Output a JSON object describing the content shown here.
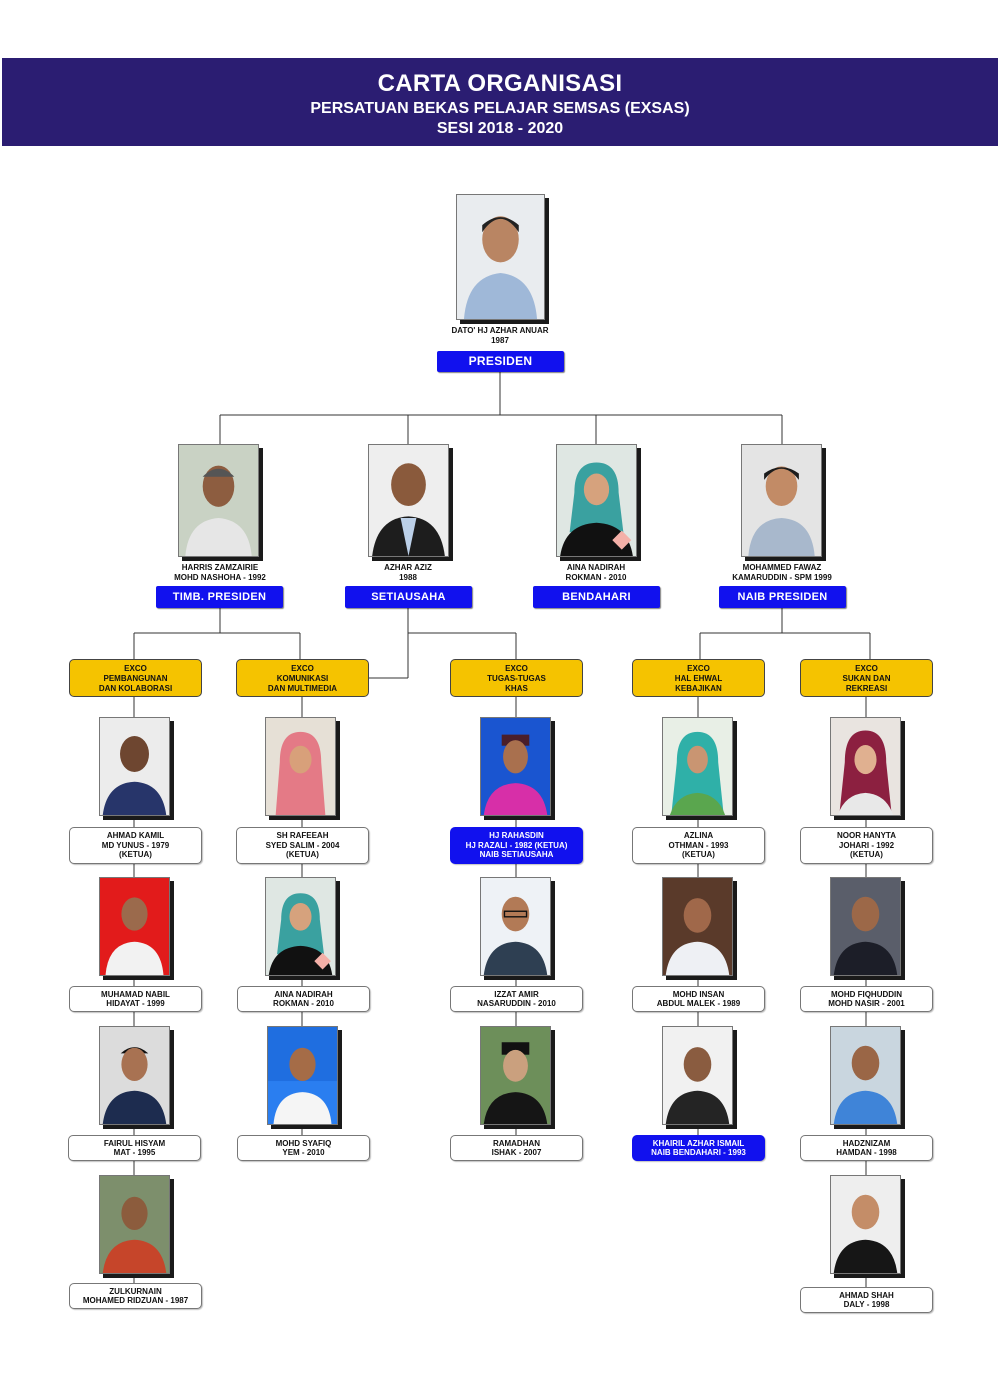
{
  "header": {
    "title": "CARTA ORGANISASI",
    "subtitle": "PERSATUAN BEKAS PELAJAR SEMSAS (EXSAS)",
    "session": "SESI 2018 - 2020"
  },
  "presiden": {
    "name_line1": "DATO' HJ AZHAR ANUAR",
    "name_line2": "1987",
    "role": "PRESIDEN"
  },
  "leaders": [
    {
      "line1": "HARRIS ZAMZAIRIE",
      "line2": "MOHD NASHOHA - 1992",
      "role": "TIMB. PRESIDEN"
    },
    {
      "line1": "AZHAR AZIZ",
      "line2": "1988",
      "role": "SETIAUSAHA"
    },
    {
      "line1": "AINA NADIRAH",
      "line2": "ROKMAN - 2010",
      "role": "BENDAHARI"
    },
    {
      "line1": "MOHAMMED FAWAZ",
      "line2": "KAMARUDDIN - SPM 1999",
      "role": "NAIB PRESIDEN"
    }
  ],
  "excos": [
    {
      "title": [
        "EXCO",
        "PEMBANGUNAN",
        "DAN KOLABORASI"
      ],
      "members": [
        {
          "lines": [
            "AHMAD KAMIL",
            "MD YUNUS - 1979",
            "(KETUA)"
          ],
          "highlight": false
        },
        {
          "lines": [
            "MUHAMAD NABIL",
            "HIDAYAT - 1999"
          ],
          "highlight": false
        },
        {
          "lines": [
            "FAIRUL HISYAM",
            "MAT - 1995"
          ],
          "highlight": false
        },
        {
          "lines": [
            "ZULKURNAIN",
            "MOHAMED RIDZUAN - 1987"
          ],
          "highlight": false
        }
      ]
    },
    {
      "title": [
        "EXCO",
        "KOMUNIKASI",
        "DAN MULTIMEDIA"
      ],
      "members": [
        {
          "lines": [
            "SH RAFEEAH",
            "SYED SALIM - 2004",
            "(KETUA)"
          ],
          "highlight": false
        },
        {
          "lines": [
            "AINA NADIRAH",
            "ROKMAN - 2010"
          ],
          "highlight": false
        },
        {
          "lines": [
            "MOHD SYAFIQ",
            "YEM - 2010"
          ],
          "highlight": false
        }
      ]
    },
    {
      "title": [
        "EXCO",
        "TUGAS-TUGAS",
        "KHAS"
      ],
      "members": [
        {
          "lines": [
            "HJ RAHASDIN",
            "HJ RAZALI - 1982 (KETUA)",
            "NAIB SETIAUSAHA"
          ],
          "highlight": true
        },
        {
          "lines": [
            "IZZAT AMIR",
            "NASARUDDIN - 2010"
          ],
          "highlight": false
        },
        {
          "lines": [
            "RAMADHAN",
            "ISHAK - 2007"
          ],
          "highlight": false
        }
      ]
    },
    {
      "title": [
        "EXCO",
        "HAL EHWAL",
        "KEBAJIKAN"
      ],
      "members": [
        {
          "lines": [
            "AZLINA",
            "OTHMAN - 1993",
            "(KETUA)"
          ],
          "highlight": false
        },
        {
          "lines": [
            "MOHD INSAN",
            "ABDUL MALEK - 1989"
          ],
          "highlight": false
        },
        {
          "lines": [
            "KHAIRIL AZHAR ISMAIL",
            "NAIB BENDAHARI - 1993"
          ],
          "highlight": true
        }
      ]
    },
    {
      "title": [
        "EXCO",
        "SUKAN DAN",
        "REKREASI"
      ],
      "members": [
        {
          "lines": [
            "NOOR HANYTA",
            "JOHARI - 1992",
            "(KETUA)"
          ],
          "highlight": false
        },
        {
          "lines": [
            "MOHD FIQHUDDIN",
            "MOHD NASIR - 2001"
          ],
          "highlight": false
        },
        {
          "lines": [
            "HADZNIZAM",
            "HAMDAN - 1998"
          ],
          "highlight": false
        },
        {
          "lines": [
            "AHMAD SHAH",
            "DALY - 1998"
          ],
          "highlight": false
        }
      ]
    }
  ],
  "colors": {
    "header_bg": "#2b1d72",
    "role_blue": "#1111ee",
    "exco_yellow": "#f5c300",
    "connector": "#333333"
  }
}
